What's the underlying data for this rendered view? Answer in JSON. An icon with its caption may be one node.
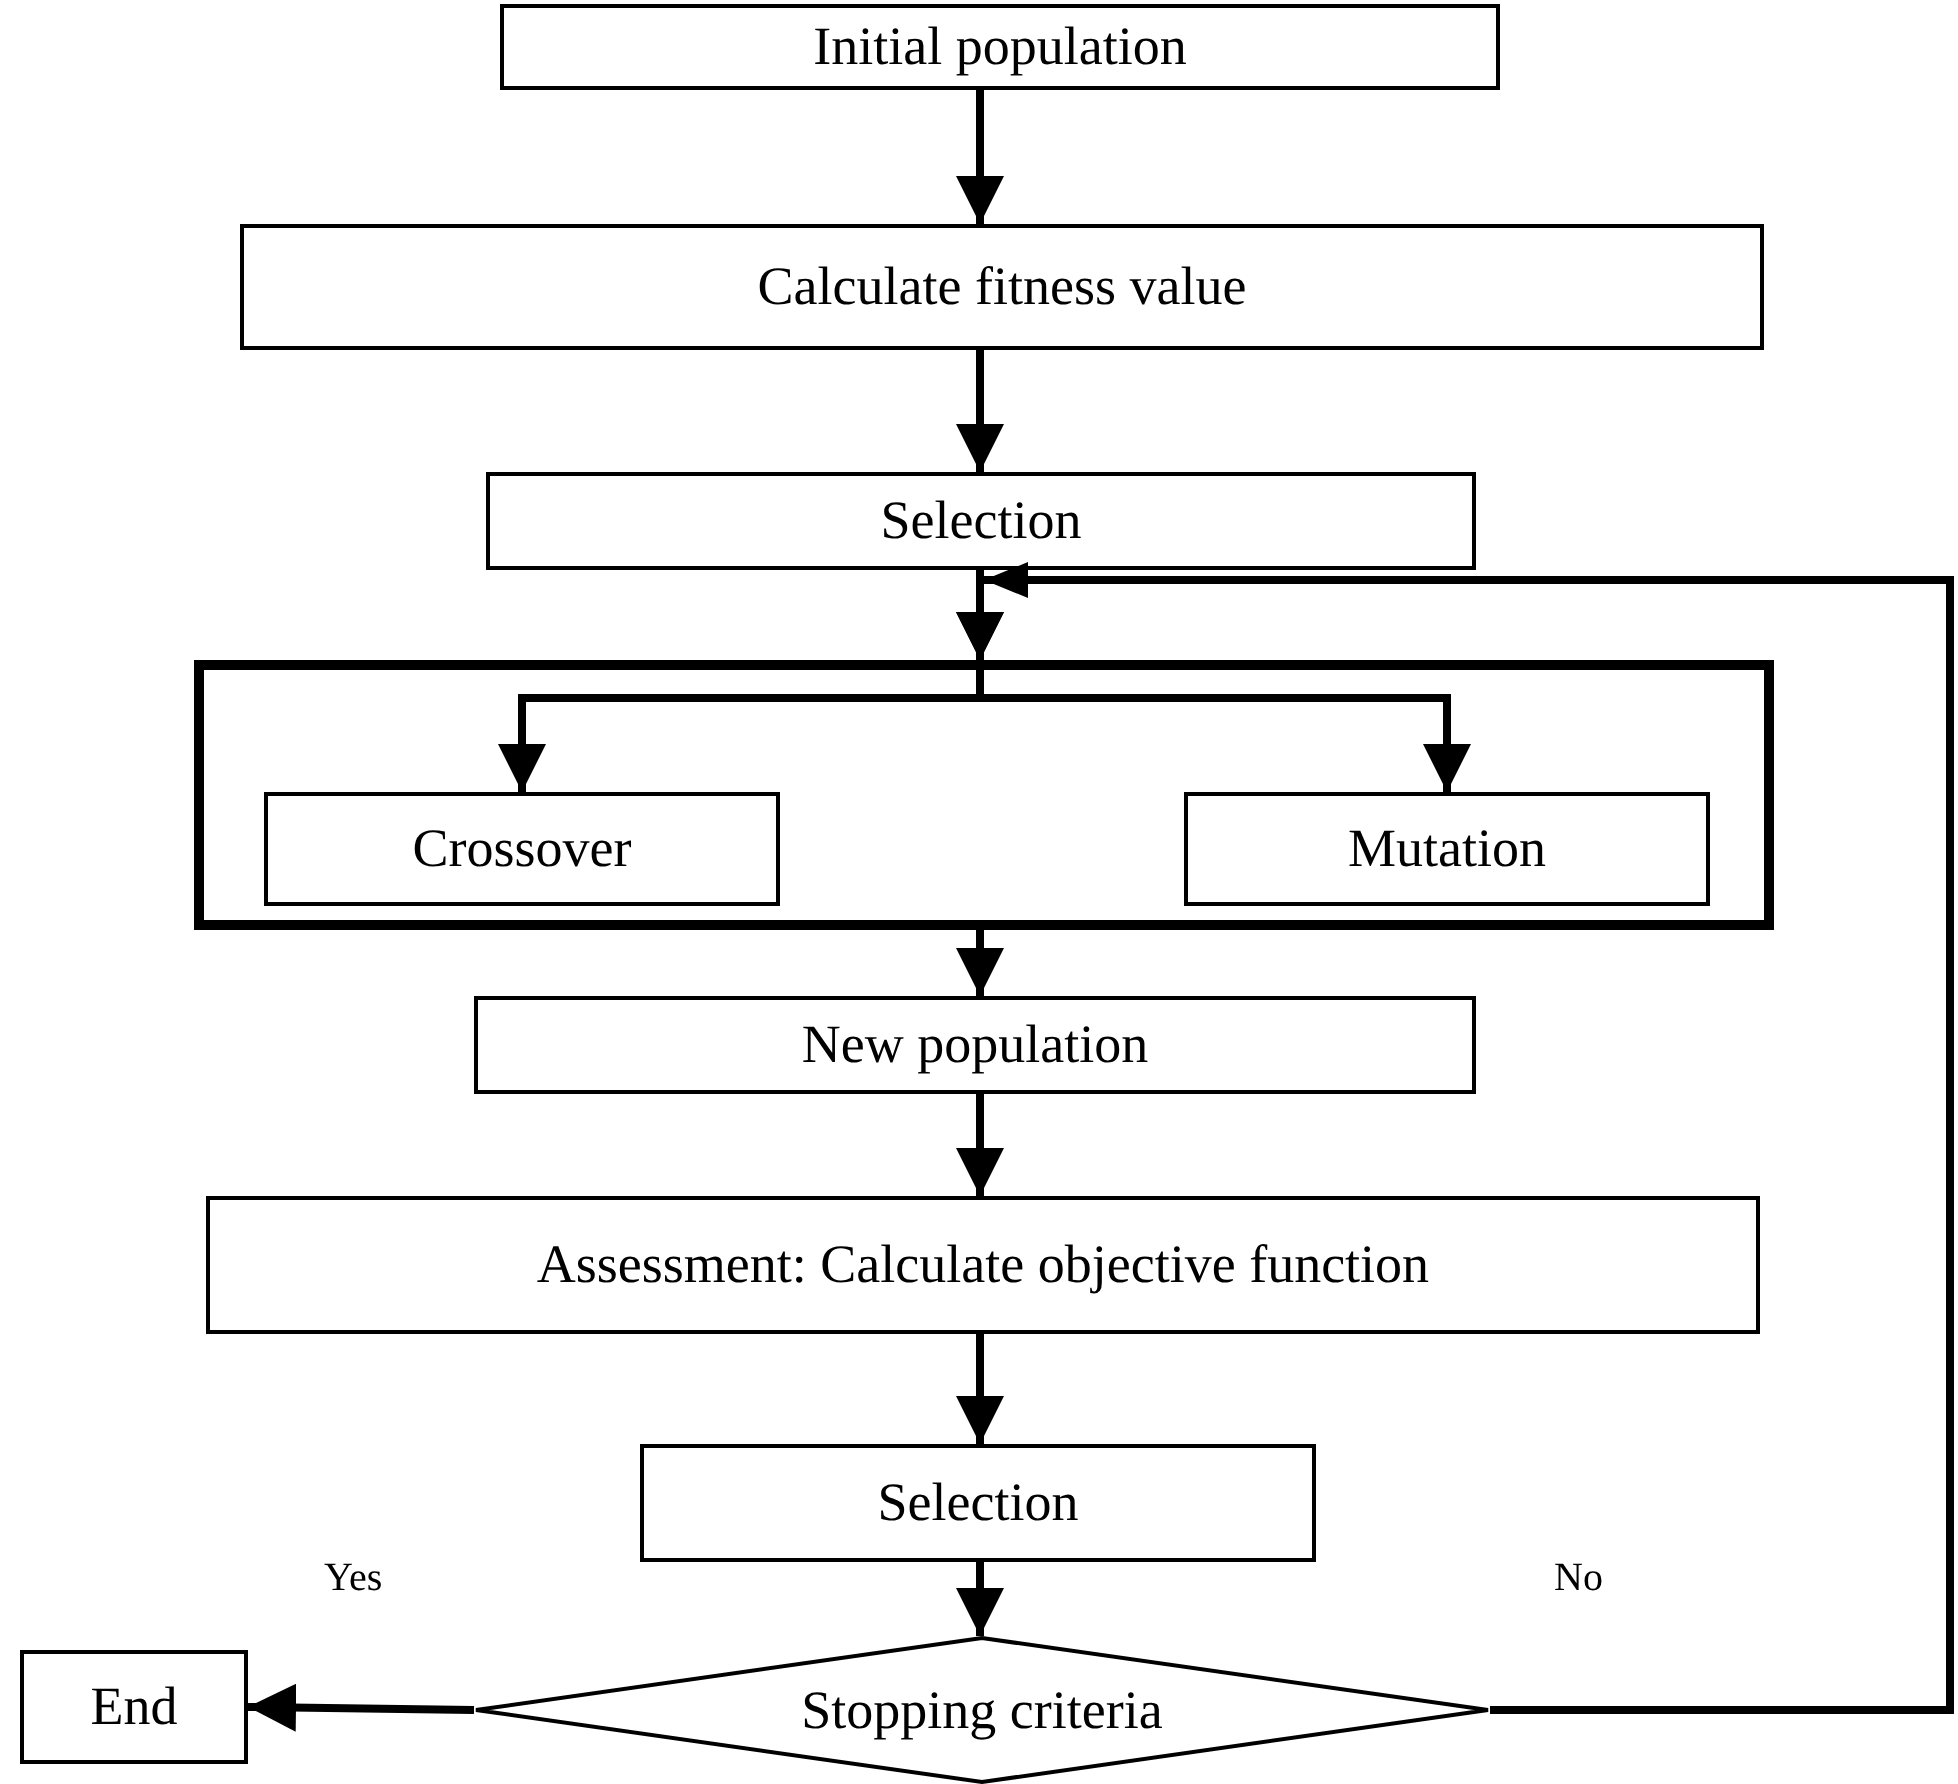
{
  "diagram": {
    "nodes": [
      {
        "text": [
          "Initial population"
        ]
      },
      {
        "text": [
          "Calculate fitness value"
        ]
      },
      {
        "text": [
          "Selection"
        ]
      },
      {
        "text": [],
        "shape": "box"
      },
      {
        "text": [
          "Crossover"
        ],
        "in": 3
      },
      {
        "text": [
          "Mutation"
        ],
        "in": 3
      },
      {
        "text": [
          "New population"
        ]
      },
      {
        "text": [
          "Assessment: Calculate objective function"
        ]
      },
      {
        "text": [
          "Selection"
        ]
      },
      {
        "text": [
          "Stopping criteria"
        ]
      },
      {
        "text": [
          "End"
        ]
      }
    ],
    "edges": [
      {
        "from": 0,
        "to": 1,
        "arrow": "to"
      },
      {
        "from": 1,
        "to": 2,
        "arrow": "to"
      },
      {
        "from": 2,
        "to": 3,
        "arrow": "to"
      },
      {
        "from": 3,
        "to": 4,
        "arrow": "to"
      },
      {
        "from": 3,
        "to": 5,
        "arrow": "to"
      },
      {
        "from": 3,
        "to": 6,
        "arrow": "to"
      },
      {
        "from": 6,
        "to": 7,
        "arrow": "to"
      },
      {
        "from": 7,
        "to": 8,
        "arrow": "to"
      },
      {
        "from": 8,
        "to": 9,
        "arrow": "to"
      },
      {
        "from": 9,
        "to": 10,
        "arrow": "to",
        "label": "Yes"
      },
      {
        "from": 9,
        "to": 3,
        "arrow": "to",
        "label": "No"
      }
    ]
  }
}
